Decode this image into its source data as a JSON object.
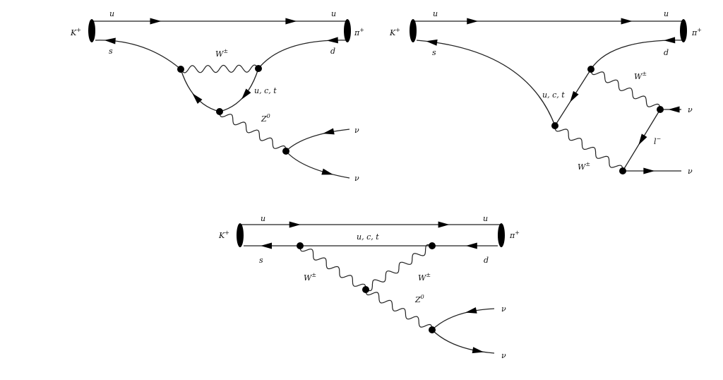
{
  "diagrams": [
    {
      "labels": {
        "meson_in": {
          "base": "K",
          "sup": "+"
        },
        "meson_out": {
          "base": "π",
          "sup": "+"
        },
        "quark_u_left": "u",
        "quark_u_right": "u",
        "quark_s": "s",
        "quark_d": "d",
        "boson_w": {
          "base": "W",
          "sup": "±"
        },
        "loop_quarks": "u, c, t",
        "boson_z": {
          "base": "Z",
          "sup": "0"
        },
        "nu_top": "ν",
        "nu_bottom": "ν"
      }
    },
    {
      "labels": {
        "meson_in": {
          "base": "K",
          "sup": "+"
        },
        "meson_out": {
          "base": "π",
          "sup": "+"
        },
        "quark_u_left": "u",
        "quark_u_right": "u",
        "quark_s": "s",
        "quark_d": "d",
        "boson_w_top": {
          "base": "W",
          "sup": "±"
        },
        "loop_quarks": "u, c, t",
        "nu_top": "ν",
        "lepton": {
          "base": "l",
          "sup": "−"
        },
        "boson_w_bottom": {
          "base": "W",
          "sup": "±"
        },
        "nu_bottom": "ν"
      }
    },
    {
      "labels": {
        "meson_in": {
          "base": "K",
          "sup": "+"
        },
        "meson_out": {
          "base": "π",
          "sup": "+"
        },
        "quark_u_left": "u",
        "quark_u_right": "u",
        "loop_quarks": "u, c, t",
        "quark_s": "s",
        "quark_d": "d",
        "boson_w_left": {
          "base": "W",
          "sup": "±"
        },
        "boson_w_right": {
          "base": "W",
          "sup": "±"
        },
        "boson_z": {
          "base": "Z",
          "sup": "0"
        },
        "nu_top": "ν",
        "nu_bottom": "ν"
      }
    }
  ]
}
